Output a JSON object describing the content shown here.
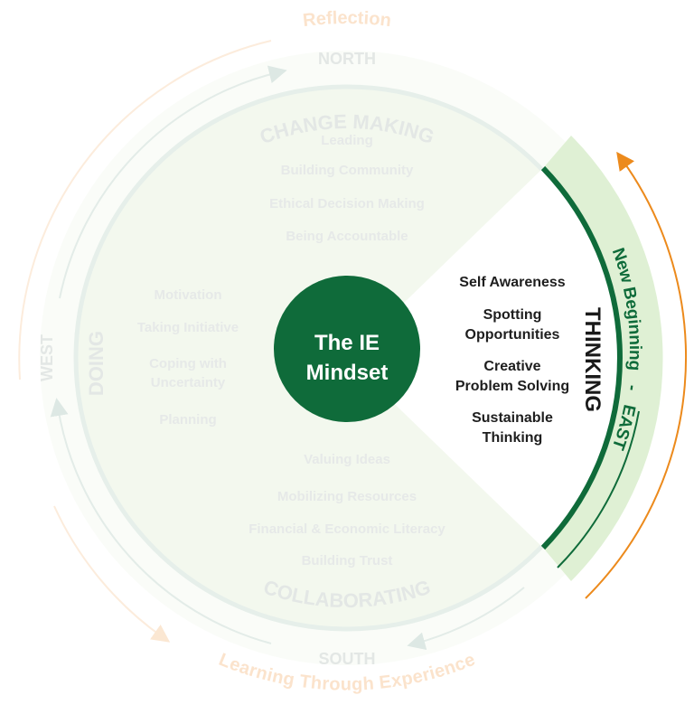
{
  "center": {
    "line1": "The IE Mindset",
    "line1a": "The IE",
    "line2": "Mindset"
  },
  "outer_labels": {
    "top": "Reflection",
    "bottom": "Learning Through Experience"
  },
  "directions": {
    "north": "NORTH",
    "south": "SOUTH",
    "west": "WEST",
    "east_label": "New Beginning   -   EAST"
  },
  "quadrants": {
    "change_making": {
      "title": "CHANGE MAKING",
      "items": [
        "Leading",
        "Building Community",
        "Ethical Decision Making",
        "Being Accountable"
      ]
    },
    "doing": {
      "title": "DOING",
      "items": [
        "Motivation",
        "Taking Initiative",
        "Coping with",
        "Uncertainty",
        "Planning"
      ]
    },
    "collaborating": {
      "title": "COLLABORATING",
      "items": [
        "Valuing Ideas",
        "Mobilizing Resources",
        "Financial & Economic Literacy",
        "Building Trust"
      ]
    },
    "thinking": {
      "title": "THINKING",
      "items": [
        "Self Awareness",
        "Spotting",
        "Opportunities",
        "Creative",
        "Problem Solving",
        "Sustainable",
        "Thinking"
      ]
    }
  },
  "colors": {
    "primary_green": "#0f6b3a",
    "light_green": "#dff0d4",
    "orange": "#ec8a1c"
  }
}
